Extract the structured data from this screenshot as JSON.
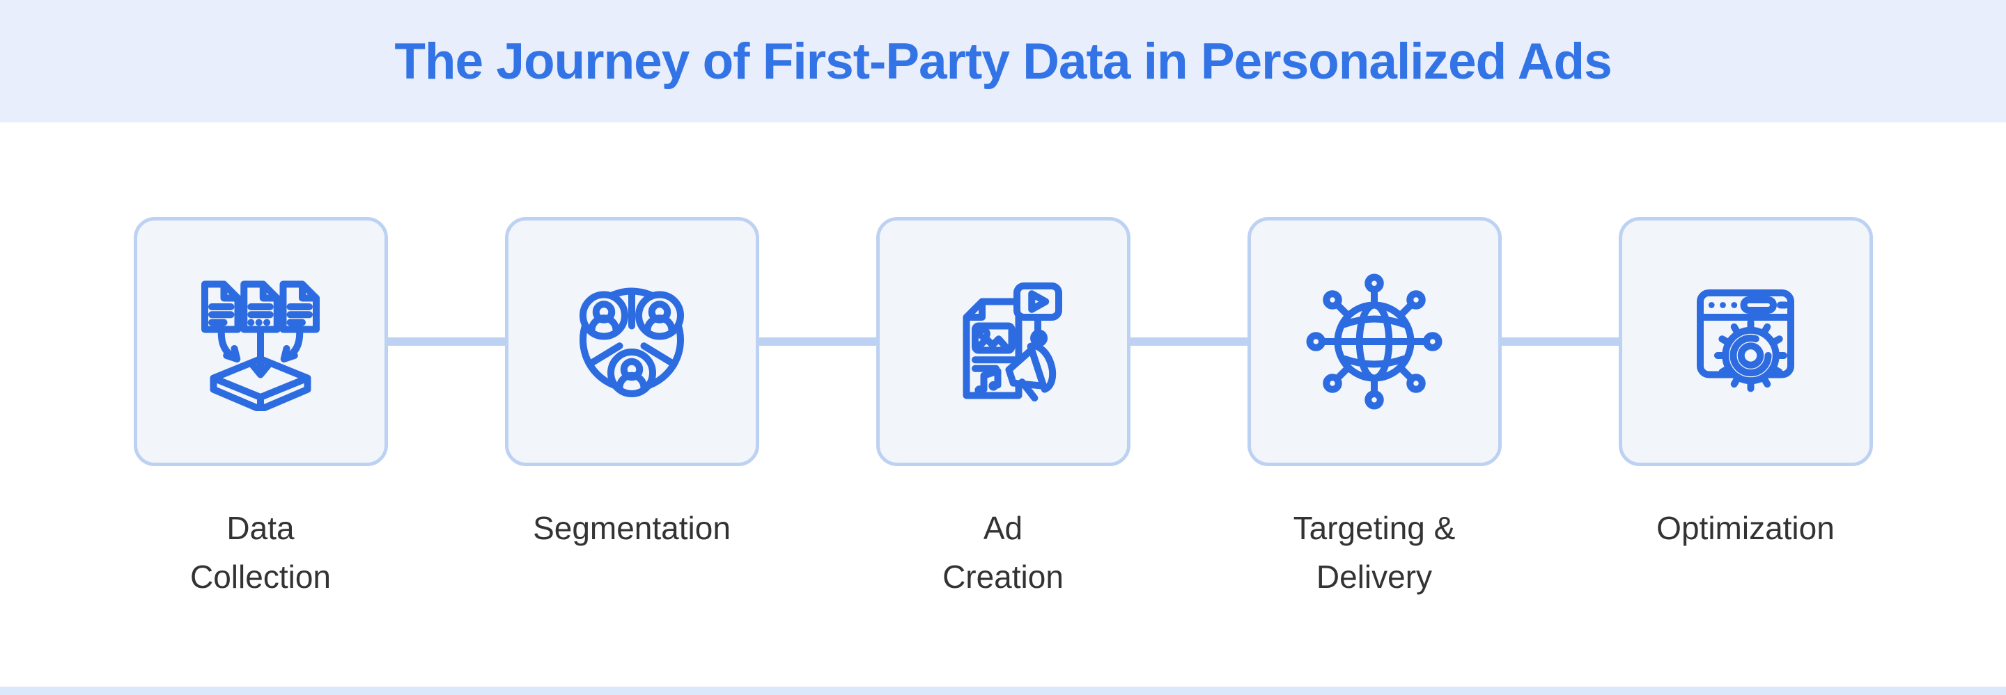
{
  "header": {
    "title": "The Journey of First-Party Data in Personalized Ads"
  },
  "steps": [
    {
      "label": "Data Collection",
      "label_lines": [
        "Data",
        "Collection"
      ],
      "icon": "data-collection-icon"
    },
    {
      "label": "Segmentation",
      "label_lines": [
        "Segmentation"
      ],
      "icon": "segmentation-icon"
    },
    {
      "label": "Ad Creation",
      "label_lines": [
        "Ad",
        "Creation"
      ],
      "icon": "ad-creation-icon"
    },
    {
      "label": "Targeting & Delivery",
      "label_lines": [
        "Targeting &",
        "Delivery"
      ],
      "icon": "targeting-delivery-icon"
    },
    {
      "label": "Optimization",
      "label_lines": [
        "Optimization"
      ],
      "icon": "optimization-icon"
    }
  ],
  "colors": {
    "header_bg": "#e9eefc",
    "title": "#3273e6",
    "card_bg": "#f2f6fb",
    "card_border": "#bdd2f3",
    "connector": "#bdd2f3",
    "icon_stroke": "#2c6be0",
    "label_text": "#333333",
    "page_bg": "#ffffff",
    "footer_bg": "#dbe7fa"
  }
}
